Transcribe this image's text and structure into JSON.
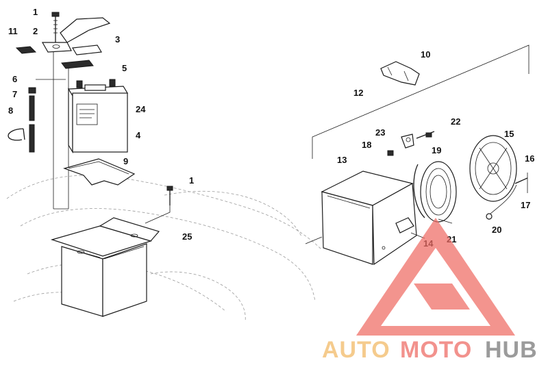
{
  "diagram": {
    "callouts": {
      "c1a": "1",
      "c1b": "1",
      "c2": "2",
      "c3": "3",
      "c4": "4",
      "c5": "5",
      "c6": "6",
      "c7": "7",
      "c8": "8",
      "c9": "9",
      "c10": "10",
      "c11": "11",
      "c12": "12",
      "c13": "13",
      "c14": "14",
      "c15": "15",
      "c16": "16",
      "c17": "17",
      "c18": "18",
      "c19": "19",
      "c20": "20",
      "c21": "21",
      "c22": "22",
      "c23": "23",
      "c24": "24",
      "c25": "25"
    }
  },
  "watermark": {
    "part1": "AUTO",
    "part2": "MOTO",
    "part3": "HUB",
    "colors": {
      "triangle": "#ef6b64",
      "auto": "#f4c27a",
      "moto": "#f07f7a",
      "hub": "#8a8a8a"
    }
  }
}
